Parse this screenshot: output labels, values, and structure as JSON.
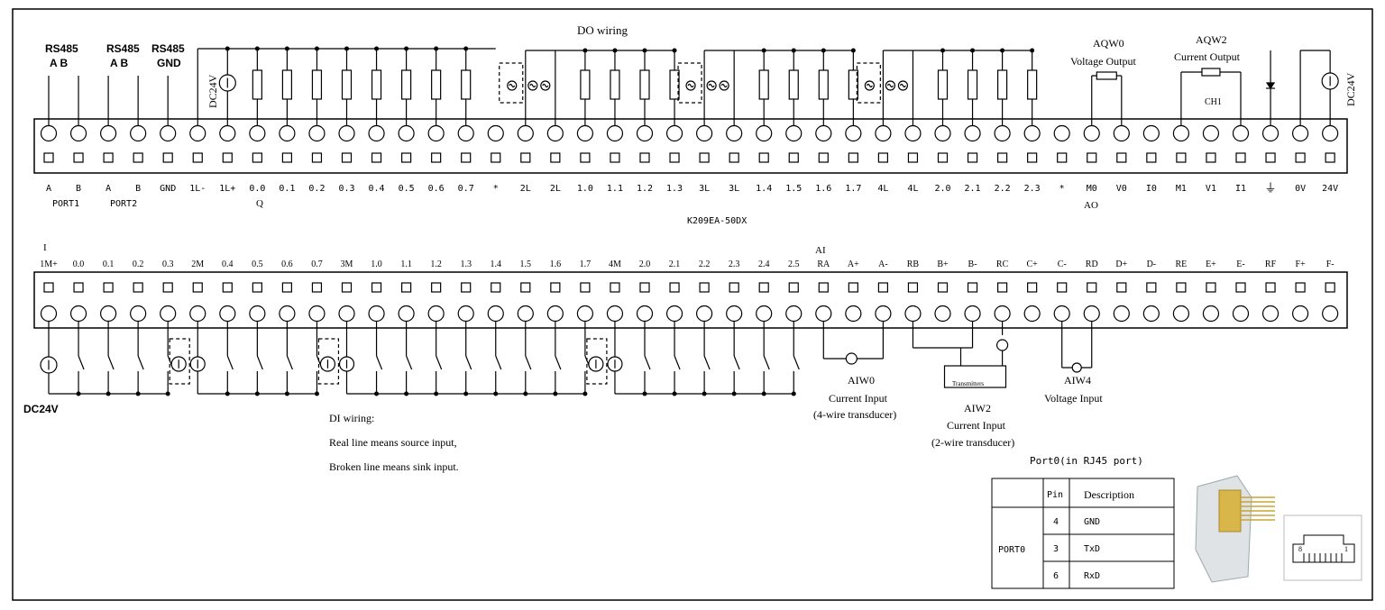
{
  "title": "DO wiring",
  "model": "K209EA-50DX",
  "top_row_labels": [
    "A",
    "B",
    "A",
    "B",
    "GND",
    "1L-",
    "1L+",
    "0.0",
    "0.1",
    "0.2",
    "0.3",
    "0.4",
    "0.5",
    "0.6",
    "0.7",
    "*",
    "2L",
    "2L",
    "1.0",
    "1.1",
    "1.2",
    "1.3",
    "3L",
    "3L",
    "1.4",
    "1.5",
    "1.6",
    "1.7",
    "4L",
    "4L",
    "2.0",
    "2.1",
    "2.2",
    "2.3",
    "*",
    "M0",
    "V0",
    "I0",
    "M1",
    "V1",
    "I1",
    "",
    "0V",
    "24V"
  ],
  "top_sublabels": {
    "port1": "PORT1",
    "port2": "PORT2",
    "q": "Q",
    "ao": "AO"
  },
  "bottom_row_labels": [
    "1M+",
    "0.0",
    "0.1",
    "0.2",
    "0.3",
    "2M",
    "0.4",
    "0.5",
    "0.6",
    "0.7",
    "3M",
    "1.0",
    "1.1",
    "1.2",
    "1.3",
    "1.4",
    "1.5",
    "1.6",
    "1.7",
    "4M",
    "2.0",
    "2.1",
    "2.2",
    "2.3",
    "2.4",
    "2.5",
    "RA",
    "A+",
    "A-",
    "RB",
    "B+",
    "B-",
    "RC",
    "C+",
    "C-",
    "RD",
    "D+",
    "D-",
    "RE",
    "E+",
    "E-",
    "RF",
    "F+",
    "F-"
  ],
  "bottom_sublabels": {
    "i": "I",
    "ai": "AI"
  },
  "rs485": {
    "label1": "RS485",
    "ab1": "A  B",
    "label2": "RS485",
    "ab2": "A  B",
    "label3": "RS485",
    "gnd": "GND"
  },
  "dc24v": "DC24V",
  "aqw0": {
    "title": "AQW0",
    "sub": "Voltage Output"
  },
  "aqw2": {
    "title": "AQW2",
    "sub": "Current Output",
    "ch": "CH1"
  },
  "aiw0": {
    "title": "AIW0",
    "line1": "Current Input",
    "line2": "(4-wire transducer)"
  },
  "aiw2": {
    "title": "AIW2",
    "line1": "Current Input",
    "line2": "(2-wire transducer)",
    "box": "Transmitters"
  },
  "aiw4": {
    "title": "AIW4",
    "line1": "Voltage Input"
  },
  "di_note": [
    "DI wiring:",
    "Real line means source input,",
    "Broken line means sink input."
  ],
  "port0": {
    "title": "Port0(in RJ45 port)",
    "headers": [
      "",
      "Pin",
      "Description"
    ],
    "group": "PORT0",
    "rows": [
      [
        "4",
        "GND"
      ],
      [
        "3",
        "TxD"
      ],
      [
        "6",
        "RxD"
      ]
    ]
  },
  "rj45": {
    "left": "8",
    "right": "1"
  },
  "ground_symbol": "⏚"
}
